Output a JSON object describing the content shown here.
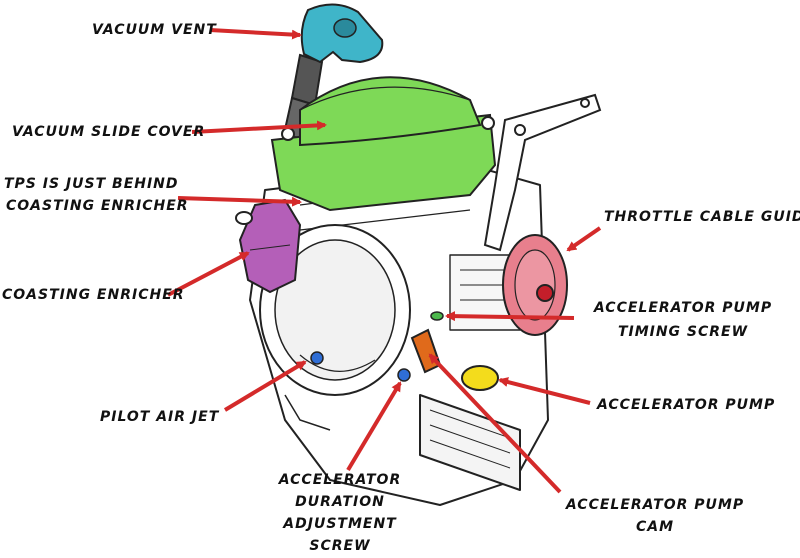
{
  "labels": {
    "vacuum_vent": "VACUUM VENT",
    "vacuum_slide_cover": "VACUUM SLIDE COVER",
    "tps_line1": "TPS IS JUST BEHIND",
    "tps_line2": "COASTING ENRICHER",
    "coasting_enricher": "COASTING ENRICHER",
    "throttle_cable_guide": "THROTTLE CABLE GUIDE",
    "accel_pump_timing_line1": "ACCELERATOR PUMP",
    "accel_pump_timing_line2": "TIMING SCREW",
    "accelerator_pump": "ACCELERATOR PUMP",
    "pilot_air_jet": "PILOT AIR JET",
    "accel_duration_line1": "ACCELERATOR",
    "accel_duration_line2": "DURATION",
    "accel_duration_line3": "ADJUSTMENT",
    "accel_duration_line4": "SCREW",
    "accel_pump_cam_line1": "ACCELERATOR PUMP",
    "accel_pump_cam_line2": "CAM"
  },
  "colors": {
    "arrow": "#d42a2a",
    "outline": "#222222",
    "vacuum_vent": "#3fb5c9",
    "vacuum_slide_cover": "#7ed957",
    "coasting_enricher": "#b45fb8",
    "throttle_cable_guide": "#e87f8d",
    "accelerator_pump": "#f3dc1c",
    "accel_pump_cam": "#e06a1b",
    "timing_screw": "#4cb84c",
    "jet_screw": "#2f6ed6"
  }
}
